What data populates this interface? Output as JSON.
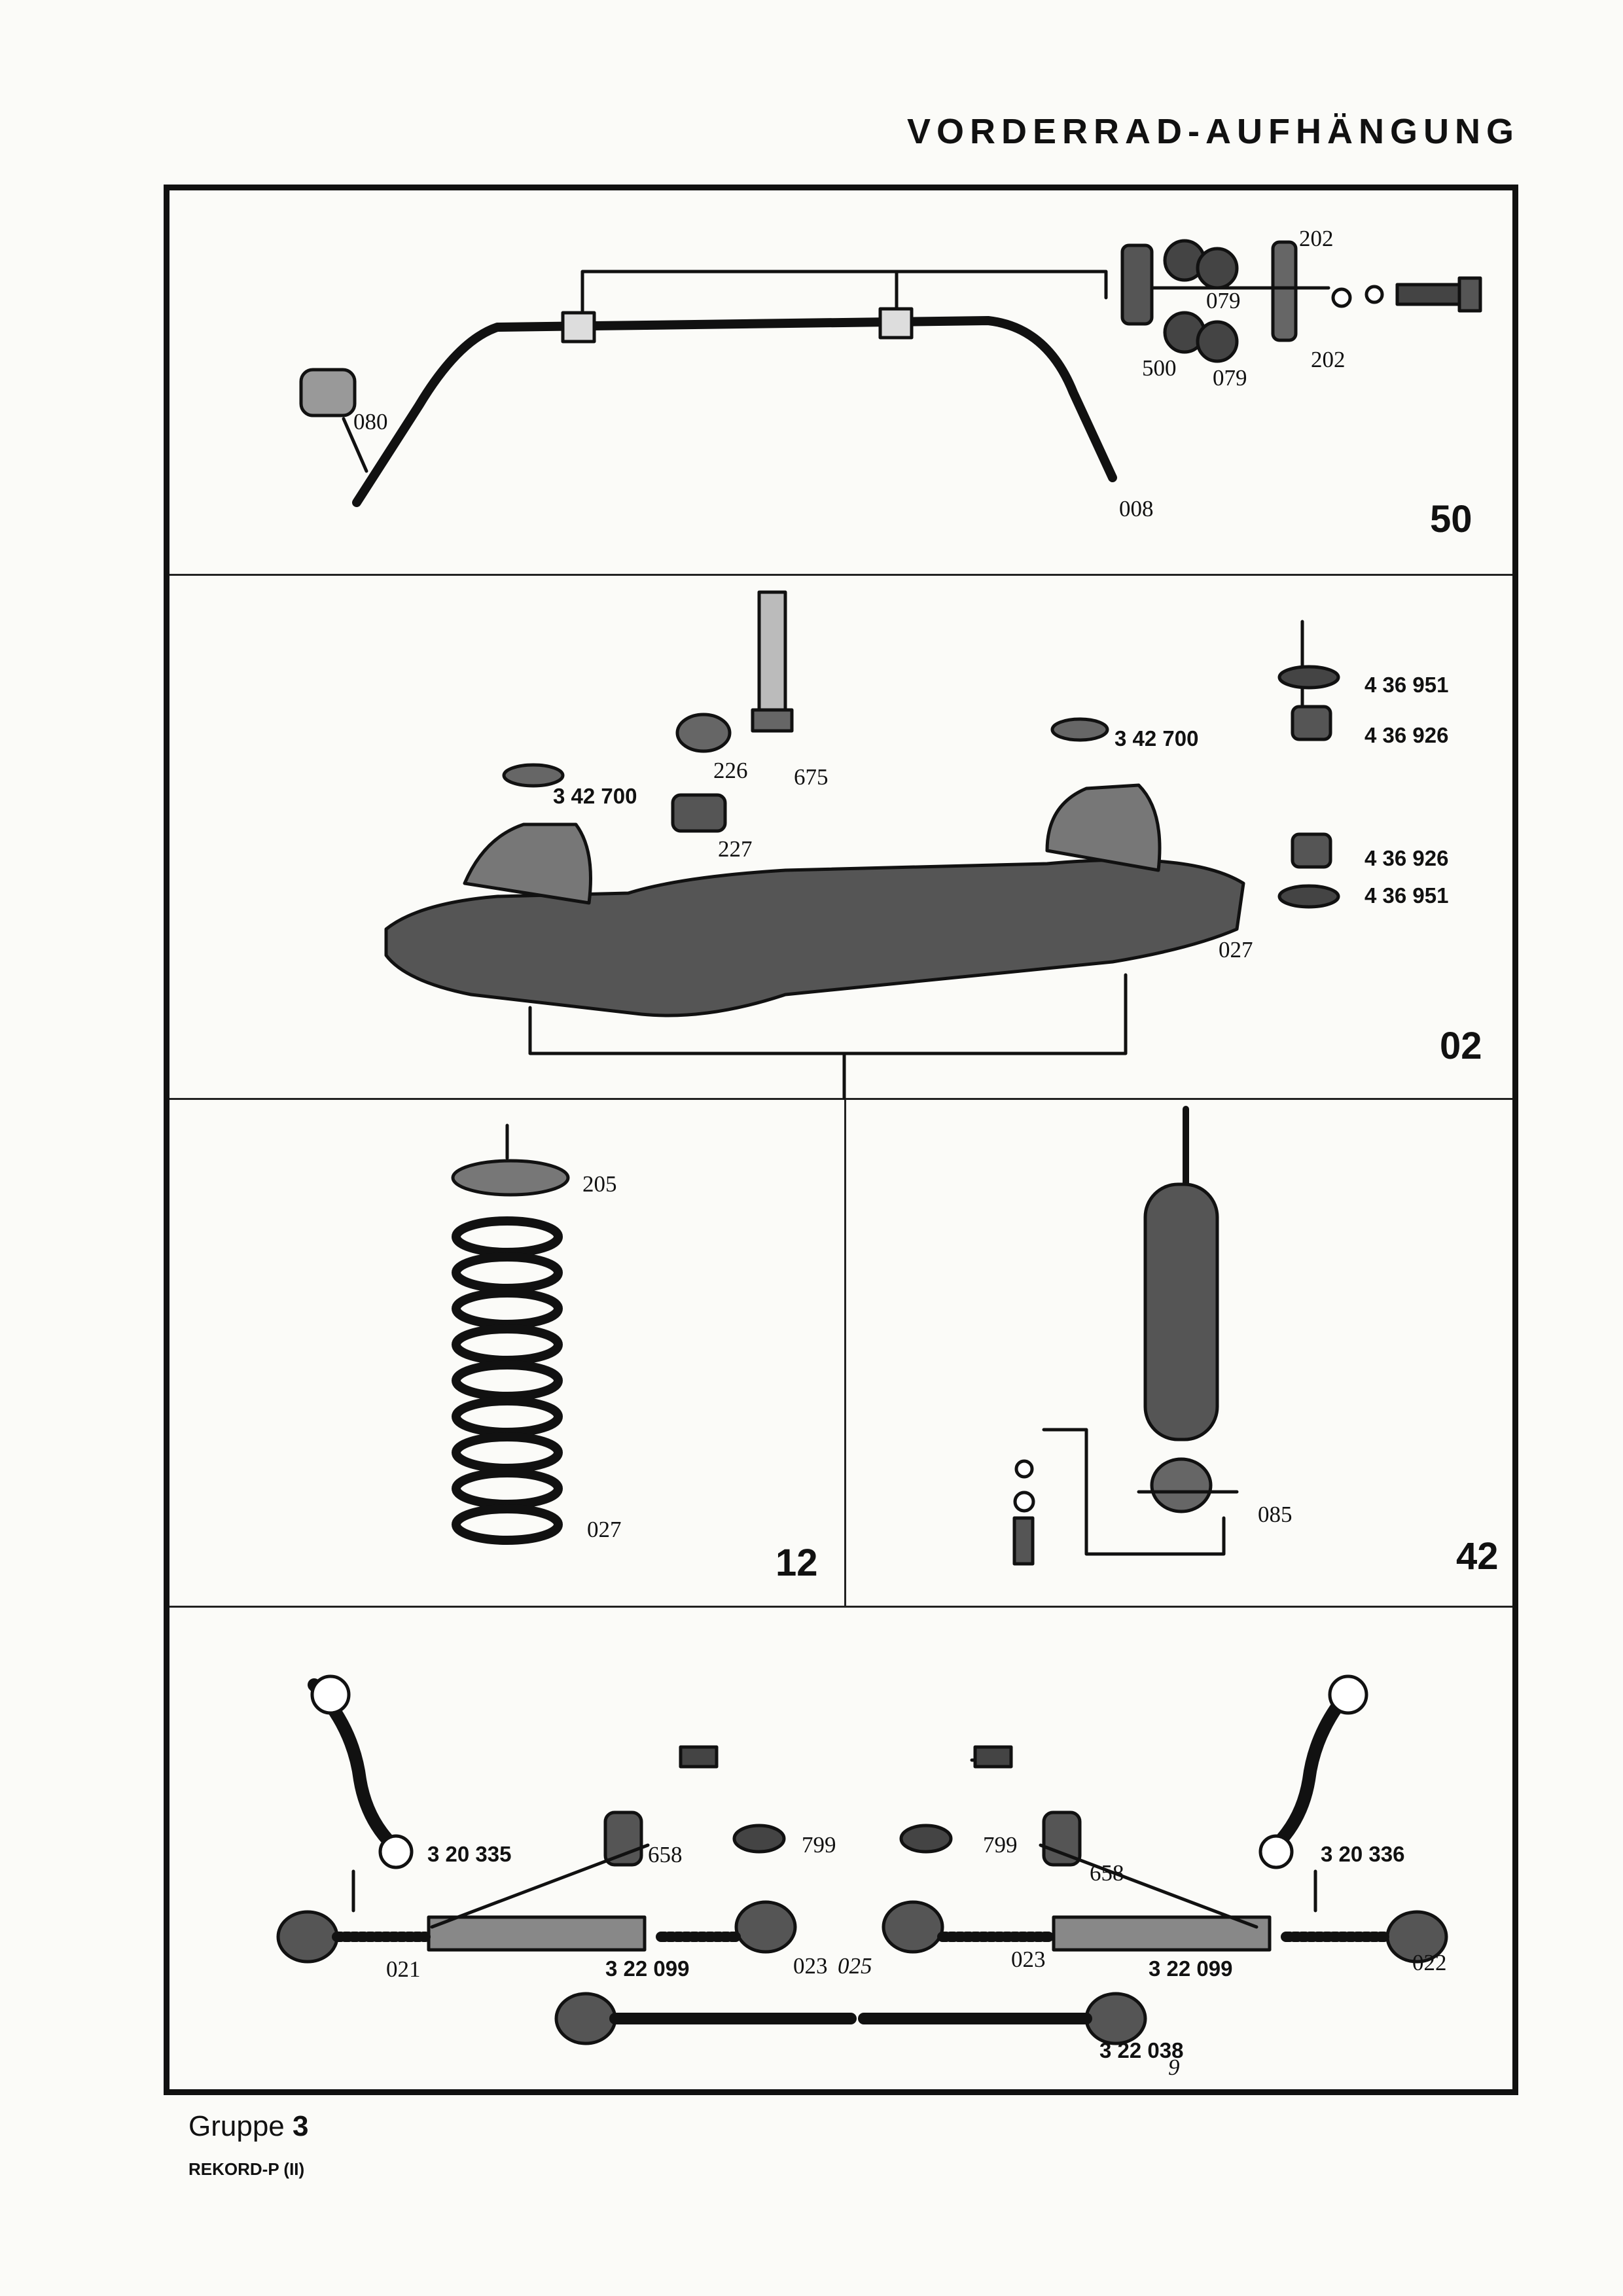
{
  "header": {
    "title": "VORDERRAD-AUFHÄNGUNG"
  },
  "sections": {
    "stabilizer": {
      "number": "50",
      "labels": {
        "p080": "080",
        "p008": "008",
        "p202a": "202",
        "p079a": "079",
        "p202b": "202",
        "p500": "500",
        "p079b": "079"
      }
    },
    "crossmember": {
      "number": "02",
      "labels": {
        "p226": "226",
        "p675": "675",
        "p227": "227",
        "p342700a": "3 42 700",
        "p342700b": "3 42 700",
        "p436951a": "4 36 951",
        "p436926a": "4 36 926",
        "p436926b": "4 36 926",
        "p436951b": "4 36 951",
        "p027": "027"
      }
    },
    "coil_spring": {
      "number": "12",
      "labels": {
        "p205": "205",
        "p027": "027"
      }
    },
    "shock_absorber": {
      "number": "42",
      "labels": {
        "p085": "085"
      }
    },
    "steering_linkage": {
      "labels": {
        "p320335": "3 20 335",
        "p658a": "658",
        "p799a": "799",
        "p021": "021",
        "p322099a": "3 22 099",
        "p023a": "023",
        "p025": "025",
        "p799b": "799",
        "p320336": "3 20 336",
        "p658b": "658",
        "p023b": "023",
        "p322099b": "3 22 099",
        "p022": "022",
        "p322038": "3 22 038",
        "handnote": "9"
      }
    }
  },
  "footer": {
    "group_label": "Gruppe",
    "group_number": "3",
    "model": "REKORD-P (II)"
  }
}
